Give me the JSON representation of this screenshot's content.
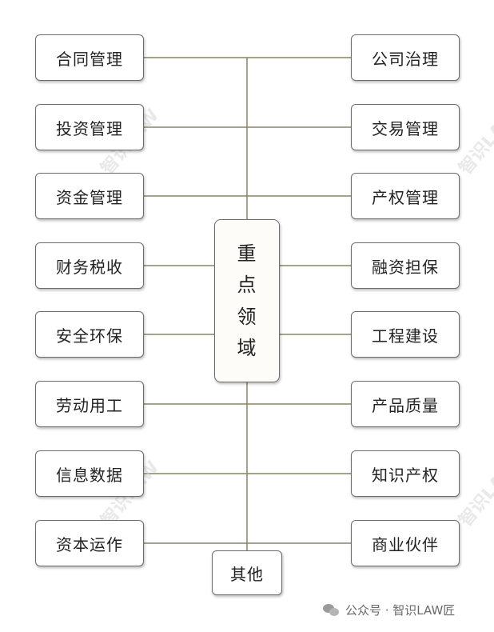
{
  "diagram": {
    "center_label": [
      "重",
      "点",
      "领",
      "域"
    ],
    "left_items": [
      "合同管理",
      "投资管理",
      "资金管理",
      "财务税收",
      "安全环保",
      "劳动用工",
      "信息数据",
      "资本运作"
    ],
    "right_items": [
      "公司治理",
      "交易管理",
      "产权管理",
      "融资担保",
      "工程建设",
      "产品质量",
      "知识产权",
      "商业伙伴"
    ],
    "bottom_item": "其他",
    "line_color": "#8a8466"
  },
  "watermark": "智识LAW",
  "footer": {
    "icon": "wechat-icon",
    "text": "公众号 · 智识LAW匠"
  }
}
